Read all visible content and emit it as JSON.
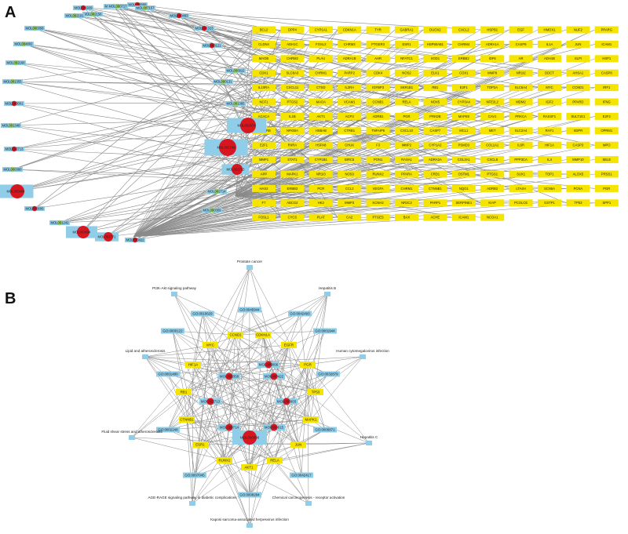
{
  "panels": {
    "a": {
      "label": "A",
      "molecules": [
        "MOL000008",
        "MOL000098",
        "MOL000717",
        "MOL001929",
        "MOL002156",
        "MOL007157",
        "MOL000493",
        "MOL002101",
        "MOL000358",
        "MOL001323",
        "MOL002160",
        "MOL004802",
        "MOL008121",
        "MOL000912",
        "MOL001355",
        "MOL000001",
        "MOL000131",
        "MOL001348",
        "MOL002713",
        "MOL001365",
        "MOL000380",
        "MOL002674",
        "MOL000484",
        "MOL001744",
        "MOL000006",
        "MOL002715",
        "MOL001242",
        "MOL003694",
        "MOL002714",
        "MOL002771",
        "MOL000422",
        "MOL000359"
      ],
      "targets": [
        "BCL2",
        "DPP4",
        "CYP1A1",
        "CDKN1A",
        "TYR",
        "GABRA1",
        "DUOX2",
        "CXCL2",
        "HSPB1",
        "EGF",
        "HMOX1",
        "NUF2",
        "PPARG",
        "CLDN4",
        "ADH1C",
        "FOSL2",
        "CHRM3",
        "PTGER3",
        "ESR1",
        "HSP90AB1",
        "CHRM4",
        "ADRA1A",
        "CASP9",
        "IL1A",
        "JUN",
        "ICAM1",
        "MAOB",
        "CHRM2",
        "PLAU",
        "ADRA1B",
        "AHR",
        "NFATC1",
        "SOD1",
        "ERBB2",
        "IDF6",
        "AR",
        "ADH1B",
        "SLPI",
        "HSP1",
        "CDK1",
        "SLC6A3",
        "CHRM1",
        "PARP2",
        "CDK4",
        "NOS2",
        "ELK1",
        "COX1",
        "MMP9",
        "NR1I2",
        "DDCT",
        "AHSA1",
        "CASP8",
        "IL10RA",
        "CXCL11",
        "CTSD",
        "IL2RA",
        "IGFBP3",
        "SKR1B1",
        "RB1",
        "E2F1",
        "TOP2A",
        "SLC6A4",
        "MYC",
        "CCND1",
        "IRF1",
        "NCF1",
        "PTGS2",
        "MAOA",
        "VCAM1",
        "CCNB1",
        "RELA",
        "NOX5",
        "CYP3A4",
        "NFE2L2",
        "MDM2",
        "IGF2",
        "PPARD",
        "IFNG",
        "ACACA",
        "IL1B",
        "AKT1",
        "ACP3",
        "ADRB1",
        "PGR",
        "PRKDB",
        "MAPK8",
        "CAV1",
        "PRKCA",
        "RASSF1",
        "SULT1E1",
        "E2F2",
        "MPEPRB",
        "NFKBIA",
        "HSBAB",
        "CTRB1",
        "TNFAIP6",
        "CXCL10",
        "CASP7",
        "MCL1",
        "MET",
        "SLC2A4",
        "RAF1",
        "SDPR",
        "OPRM1",
        "E2F1",
        "RXRA",
        "HSPA8",
        "CHUK",
        "F3",
        "MMP2",
        "CYP1A2",
        "PSMD3",
        "COL1A1",
        "IL6R",
        "HIF1A",
        "CASP3",
        "MPO",
        "MMP1",
        "STAT1",
        "CYP1B1",
        "BIRC5",
        "PON1",
        "RASA1",
        "ADRA2A",
        "COL3A1",
        "CXCL8",
        "PPP3CA",
        "IL4",
        "MMP10",
        "SELE",
        "APP",
        "MAPK1",
        "NR1I3",
        "NOS3",
        "RUNX2",
        "PPARA",
        "CRD1",
        "OSTM1",
        "PTGS1",
        "SUX1",
        "TOP1",
        "ALOX5",
        "PRSS1",
        "HAS2",
        "ERBB3",
        "PCR",
        "CCL2",
        "VEGFA",
        "CHRM1",
        "CTNNB1",
        "NQO1",
        "ADRB2",
        "LTA4H",
        "SCN5A",
        "PCNA",
        "PGR",
        "F7",
        "ABCG2",
        "HK2",
        "MMP3",
        "KCNH2",
        "NR3C2",
        "PARP1",
        "SERPINE1",
        "KIAP",
        "PCOLCE",
        "GSTP1",
        "TP53",
        "SPP1",
        "FOSL1",
        "CYCS",
        "PLAT",
        "CA2",
        "PTGES",
        "BAX",
        "ACHE",
        "ICAM1",
        "NCOA1"
      ]
    },
    "b": {
      "label": "B",
      "center": "MOL000098",
      "hubs": [
        "MOL000006",
        "MOL000422",
        "MOL000358",
        "MOL000003",
        "MOL002713",
        "MOL000714",
        "MOL000015"
      ],
      "genes": [
        "CCND1",
        "CDKN1A",
        "EGFR",
        "MYC",
        "HIF1A",
        "PGR",
        "TP53",
        "RB1",
        "MAPK1",
        "CTNNB1",
        "JUN",
        "ESR1",
        "RUNX2",
        "AKT1",
        "RELA"
      ],
      "go_terms": [
        "GO:0045944",
        "GO:0010629",
        "GO:0042493",
        "GO:0000122",
        "GO:0001944",
        "GO:0001480",
        "GO:0032879",
        "GO:0002248",
        "GO:0000871",
        "GO:0007045",
        "GO:0042417",
        "GO:0008284"
      ],
      "pathways": [
        "Prostate cancer",
        "PI3K-Akt signaling pathway",
        "Hepatitis B",
        "Lipid and atherosclerosis",
        "Human cytomegalovirus infection",
        "Fluid shear stress and atherosclerosis",
        "Hepatitis C",
        "AGE-RAGE signaling pathway in diabetic complications",
        "Chemical carcinogenesis - receptor activation",
        "Kaposi sarcoma-associated herpesvirus infection"
      ]
    }
  },
  "colors": {
    "edge": "#8a8a8a",
    "target_fill": "#f5e300",
    "molecule_fill": "#8fcde8",
    "hub_dot": "#d8161f",
    "small_dot": "#9bd06a",
    "label": "#222222"
  }
}
